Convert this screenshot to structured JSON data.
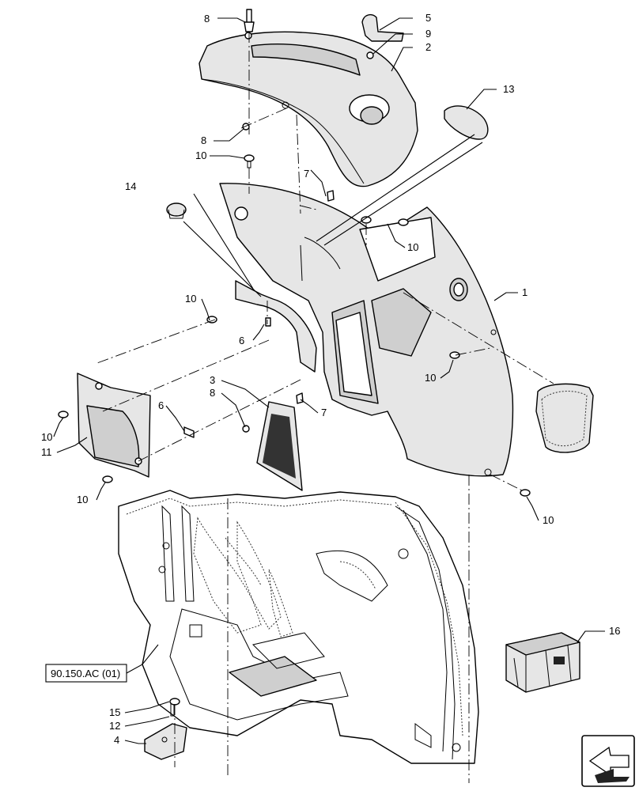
{
  "callouts": {
    "c1": "1",
    "c2": "2",
    "c3": "3",
    "c4": "4",
    "c5": "5",
    "c6a": "6",
    "c6b": "6",
    "c7a": "7",
    "c7b": "7",
    "c8a": "8",
    "c8b": "8",
    "c8c": "8",
    "c9": "9",
    "c10a": "10",
    "c10b": "10",
    "c10c": "10",
    "c10d": "10",
    "c10e": "10",
    "c10f": "10",
    "c10g": "10",
    "c11": "11",
    "c12": "12",
    "c13": "13",
    "c14": "14",
    "c15": "15",
    "c16": "16"
  },
  "reference": {
    "label": "90.150.AC (01)"
  },
  "icons": {
    "nav": "arrow-navigation-icon",
    "kit": "crate-kit-icon"
  }
}
